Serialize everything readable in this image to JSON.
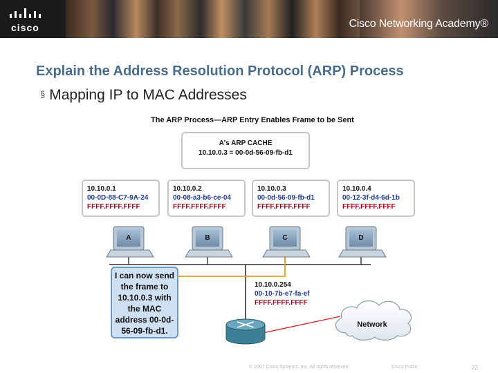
{
  "banner": {
    "logo_text": "cisco",
    "academy_text": "Cisco Networking Academy®",
    "colors": {
      "background": "#1b1b1b",
      "text": "#ffffff"
    }
  },
  "slide": {
    "title": "Explain the Address Resolution Protocol (ARP) Process",
    "bullet_mark": "§",
    "bullet": "Mapping IP to MAC Addresses",
    "title_color": "#4a6c8c"
  },
  "diagram": {
    "title": "The ARP Process—ARP Entry Enables Frame to be Sent",
    "cache": {
      "title": "A's ARP CACHE",
      "entry": "10.10.0.3 = 00-0d-56-09-fb-d1"
    },
    "hosts": [
      {
        "name": "A",
        "ip": "10.10.0.1",
        "mac": "00-0D-88-C7-9A-24",
        "broadcast": "FFFF.FFFF.FFFF"
      },
      {
        "name": "B",
        "ip": "10.10.0.2",
        "mac": "00-08-a3-b6-ce-04",
        "broadcast": "FFFF.FFFF.FFFF"
      },
      {
        "name": "C",
        "ip": "10.10.0.3",
        "mac": "00-0d-56-09-fb-d1",
        "broadcast": "FFFF.FFFF.FFFF"
      },
      {
        "name": "D",
        "ip": "10.10.0.4",
        "mac": "00-12-3f-d4-6d-1b",
        "broadcast": "FFFF.FFFF.FFFF"
      }
    ],
    "gateway": {
      "ip": "10.10.0.254",
      "mac": "00-10-7b-e7-fa-ef",
      "broadcast": "FFFF.FFFF.FFFF"
    },
    "speech": "I can now send the frame to 10.10.0.3 with the MAC address 00-0d-56-09-fb-d1.",
    "network_label": "Network",
    "colors": {
      "mac": "#1f3a93",
      "broadcast": "#b4001e",
      "frame_path": "#e8a020",
      "wan_link": "#d12020"
    }
  },
  "footer": {
    "copyright": "© 2007 Cisco Systems, Inc. All rights reserved.",
    "classification": "Cisco Public",
    "page": "22"
  }
}
